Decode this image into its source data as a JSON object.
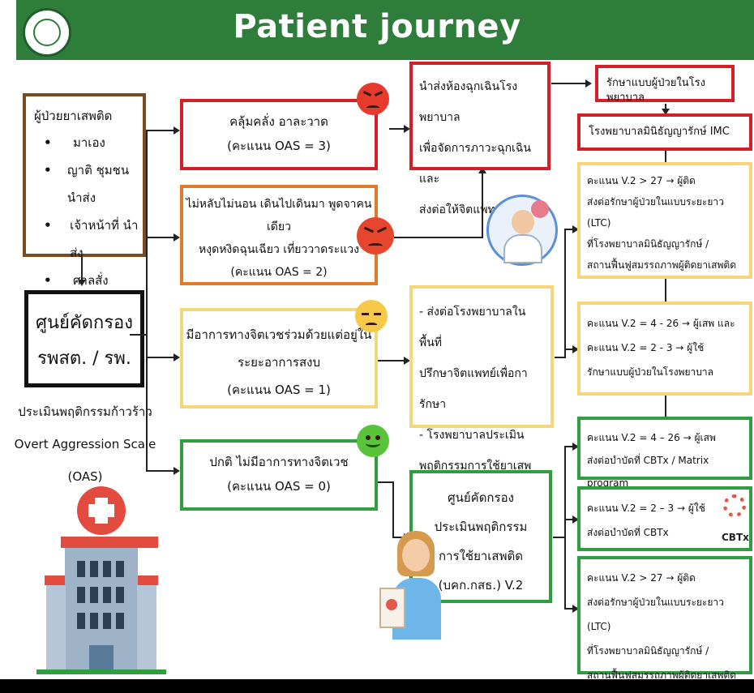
{
  "header": {
    "title": "Patient journey"
  },
  "left": {
    "patients_title": "ผู้ป่วยยาเสพติด",
    "patient_sources": [
      "มาเอง",
      "ญาติ ชุมชน นำส่ง",
      "เจ้าหน้าที่ นำส่ง",
      "ศาลสั่ง"
    ],
    "screening_center_line1": "ศูนย์คัดกรอง",
    "screening_center_line2": "รพสต. / รพ.",
    "assess_line1": "ประเมินพฤติกรรมก้าวร้าว",
    "assess_line2": "Overt Aggression Scale",
    "assess_line3": "(OAS)"
  },
  "oas_levels": [
    {
      "line1": "คลุ้มคลั่ง อาละวาด",
      "line2": "",
      "score": "(คะแนน OAS = 3)"
    },
    {
      "line1": "ไม่หลับไม่นอน เดินไปเดินมา พูดจาคนเดียว",
      "line2": "หงุดหงิดฉุนเฉียว เที่ยววาดระแวง",
      "score": "(คะแนน OAS = 2)"
    },
    {
      "line1": "มีอาการทางจิตเวชร่วมด้วยแต่อยู่ใน",
      "line2": "ระยะอาการสงบ",
      "score": "(คะแนน OAS = 1)"
    },
    {
      "line1": "ปกติ ไม่มีอาการทางจิตเวช",
      "line2": "",
      "score": "(คะแนน OAS = 0)"
    }
  ],
  "middle": {
    "emergency": [
      "นำส่งห้องฉุกเฉินโรงพยาบาล",
      "เพื่อจัดการภาวะฉุกเฉินและ",
      "ส่งต่อให้จิตแพทย์ดูแล"
    ],
    "refer_local": [
      "- ส่งต่อโรงพยาบาลในพื้นที่",
      "ปรึกษาจิตแพทย์เพื่อการักษา",
      "- โรงพยาบาลประเมิน",
      "พฤติกรรมการใช้ยาเสพติด"
    ],
    "screening_v2": [
      "ศูนย์คัดกรอง",
      "ประเมินพฤติกรรม",
      "การใช้ยาเสพติด",
      "(บคก.กสธ.) V.2"
    ]
  },
  "right": {
    "inpatient": "รักษาแบบผู้ป่วยในโรงพยาบาล",
    "imc": "โรงพยาบาลมินิธัญญารักษ์ IMC",
    "ltc_top": [
      "คะแนน V.2 > 27",
      "ผู้ติด",
      "ส่งต่อรักษาผู้ป่วยในแบบระยะยาว (LTC)",
      "ที่โรงพยาบาลมินิธัญญารักษ์ /",
      "สถานฟื้นฟูสมรรถภาพผู้ติดยาเสพติด"
    ],
    "mid_yellow": [
      "คะแนน V.2 = 4 - 26",
      "ผู้เสพ  และ",
      "คะแนน V.2 = 2 - 3",
      "ผู้ใช้",
      "รักษาแบบผู้ป่วยในโรงพยาบาล"
    ],
    "green1": [
      "คะแนน V.2 = 4 – 26",
      "ผู้เสพ",
      "ส่งต่อบำบัดที่ CBTx / Matrix program"
    ],
    "green2": [
      "คะแนน V.2 = 2 – 3",
      "ผู้ใช้",
      "ส่งต่อบำบัดที่ CBTx"
    ],
    "green3": [
      "คะแนน V.2 > 27",
      "ผู้ติด",
      "ส่งต่อรักษาผู้ป่วยในแบบระยะยาว (LTC)",
      "ที่โรงพยาบาลมินิธัญญารักษ์ /",
      "สถานฟื้นฟูสมรรถภาพผู้ติดยาเสพติด"
    ],
    "arrow_glyph": "→",
    "cbtx_logo_text": "CBTx"
  }
}
